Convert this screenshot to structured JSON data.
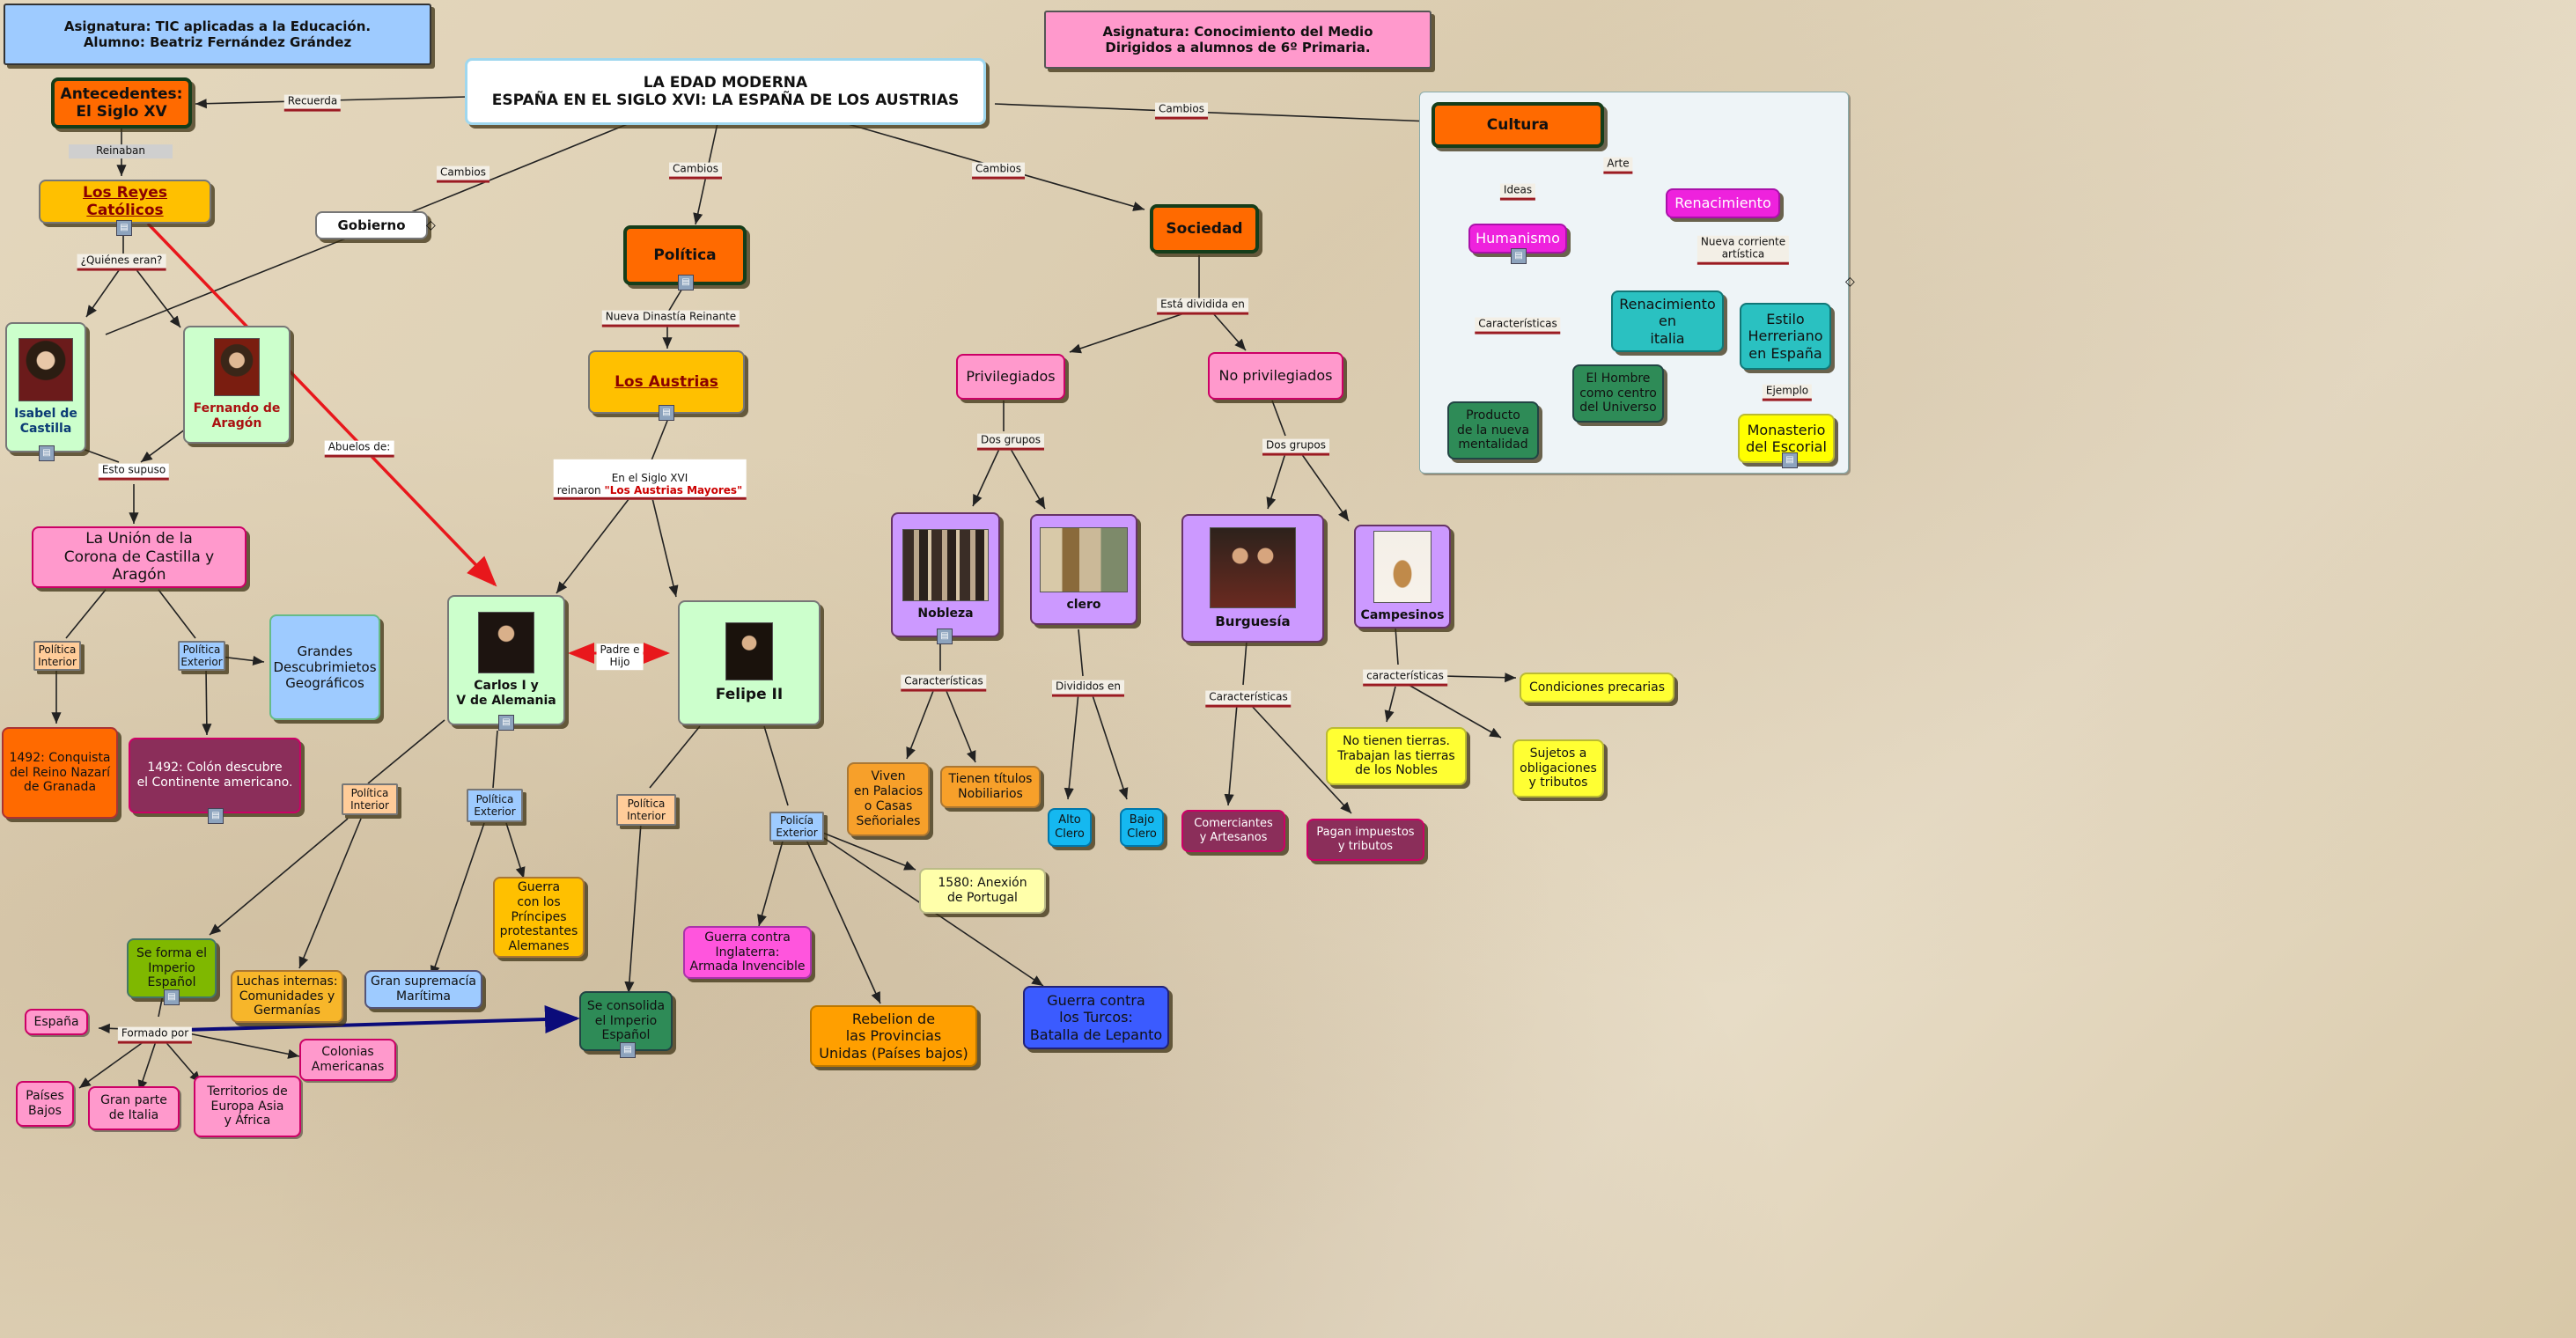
{
  "title": {
    "line1": "LA EDAD MODERNA",
    "line2": "ESPAÑA EN EL SIGLO XVI: LA ESPAÑA DE LOS AUSTRIAS"
  },
  "header_left": "Asignatura: TIC aplicadas a la Educación.\nAlumno: Beatriz Fernández Grández",
  "header_right": "Asignatura: Conocimiento del Medio\nDirigidos a alumnos de 6º Primaria.",
  "nodes": {
    "antecedentes": "Antecedentes:\nEl Siglo XV",
    "reyes": "Los Reyes Católicos",
    "gobierno": "Gobierno",
    "politica": "Política",
    "sociedad": "Sociedad",
    "cultura": "Cultura",
    "isabel": "Isabel de\nCastilla",
    "fernando": "Fernando de\nAragón",
    "union": "La Unión de la\nCorona de Castilla y Aragón",
    "descubrimientos": "Grandes\nDescubrimietos\nGeográficos",
    "granada": "1492: Conquista\ndel Reino Nazarí\nde Granada",
    "colon": "1492: Colón descubre\nel Continente americano.",
    "austrias": "Los Austrias",
    "carlos": "Carlos I y\nV de Alemania",
    "felipe": "Felipe II",
    "imperio": "Se forma el\nImperio\nEspañol",
    "luchas": "Luchas internas:\nComunidades y\nGermanías",
    "supremacia": "Gran supremacía\nMarítima",
    "guerra_principes": "Guerra\ncon los\nPríncipes\nprotestantes\nAlemanes",
    "consolida": "Se consolida\nel Imperio\nEspañol",
    "espana": "España",
    "colonias": "Colonias\nAmericanas",
    "paises_bajos": "Países\nBajos",
    "italia": "Gran parte\nde Italia",
    "territorios": "Territorios de\nEuropa Asia\ny África",
    "inglaterra": "Guerra contra\nInglaterra:\nArmada Invencible",
    "rebelion": "Rebelion de\nlas Provincias\nUnidas (Países bajos)",
    "turcos": "Guerra contra\nlos Turcos:\nBatalla de Lepanto",
    "portugal": "1580: Anexión\nde Portugal",
    "privilegiados": "Privilegiados",
    "no_privilegiados": "No privilegiados",
    "nobleza": "Nobleza",
    "clero": "clero",
    "burguesia": "Burguesía",
    "campesinos": "Campesinos",
    "palacios": "Viven\nen Palacios\no Casas\nSeñoriales",
    "titulos": "Tienen títulos\nNobiliarios",
    "alto_clero": "Alto\nClero",
    "bajo_clero": "Bajo\nClero",
    "comerciantes": "Comerciantes\ny Artesanos",
    "impuestos": "Pagan impuestos\ny tributos",
    "precarias": "Condiciones precarias",
    "tierras": "No tienen tierras.\nTrabajan las tierras\nde los Nobles",
    "sujetos": "Sujetos a\nobligaciones\ny tributos",
    "humanismo": "Humanismo",
    "renacimiento": "Renacimiento",
    "renacimiento_italia": "Renacimiento\nen\nitalia",
    "herreriano": "Estilo\nHerreriano\nen España",
    "producto": "Producto\nde la nueva\nmentalidad",
    "hombre": "El Hombre\ncomo centro\ndel Universo",
    "escorial": "Monasterio\ndel Escorial",
    "pi_dinastia": "Política\nInterior",
    "pe_dinastia": "Política\nExterior",
    "pi_carlos": "Política\nInterior",
    "pe_carlos": "Política\nExterior",
    "pi_felipe": "Política\nInterior",
    "pe_felipe": "Policía\nExterior"
  },
  "labels": {
    "recuerda": "Recuerda",
    "reinaban": "Reinaban",
    "quienes": "¿Quiénes eran?",
    "esto_supuso": "Esto supuso",
    "abuelos": "Abuelos de:",
    "cambios_gob": "Cambios",
    "cambios_pol": "Cambios",
    "cambios_soc": "Cambios",
    "cambios_cul": "Cambios",
    "nueva_dinastia": "Nueva Dinastía Reinante",
    "en_siglo": "En el Siglo XVI\nreinaron ",
    "austrias_mayores": "\"Los Austrias Mayores\"",
    "padre_hijo": "Padre e\nHijo",
    "formado_por": "Formado por",
    "dividida": "Está dividida en",
    "dos_grupos_1": "Dos grupos",
    "dos_grupos_2": "Dos grupos",
    "caracteristicas_nob": "Características",
    "divididos": "Divididos en",
    "caracteristicas_bur": "Características",
    "caracteristicas_cam": "características",
    "ideas": "Ideas",
    "arte": "Arte",
    "nueva_corriente": "Nueva corriente\nartística",
    "caracteristicas_hum": "Características",
    "ejemplo": "Ejemplo"
  },
  "colors": {
    "orange_hub": "#ff6a00",
    "yellow_node": "#ffc000",
    "green_light": "#ccffcc",
    "pink_light": "#ff99cc",
    "purple_light": "#cc99ff",
    "red_link": "#e8171c",
    "navy_link": "#0b0b7a"
  }
}
